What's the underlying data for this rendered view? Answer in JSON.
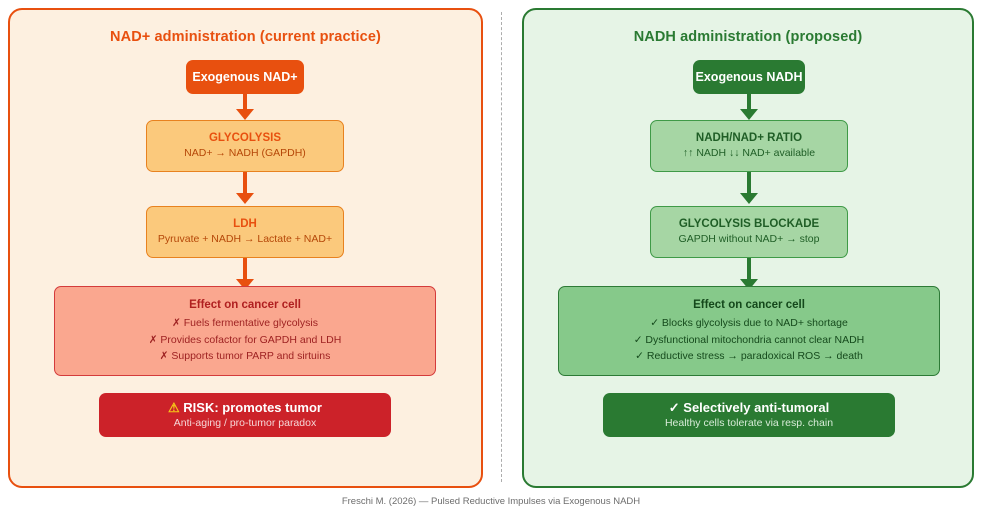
{
  "footer": {
    "caption": "Freschi M. (2026) — Pulsed Reductive Impulses via Exogenous NADH"
  },
  "colors": {
    "orange_accent": "#e8500f",
    "orange_panel_bg": "#fdf0e0",
    "orange_box_bg": "#fbc97c",
    "salmon_box_bg": "#faa78f",
    "red_banner": "#cc2229",
    "green_accent": "#2a7a32",
    "green_panel_bg": "#e6f4e6",
    "green_box_bg": "#a6d6a4",
    "green_effect_bg": "#86c98a",
    "warning_yellow": "#f5c518",
    "footer_text": "#6d6d6d"
  },
  "left_panel": {
    "title": "NAD+ administration (current practice)",
    "head": {
      "label": "Exogenous NAD+"
    },
    "step1": {
      "title": "GLYCOLYSIS",
      "subtitle": "NAD+ → NADH (GAPDH)"
    },
    "step2": {
      "title": "LDH",
      "subtitle": "Pyruvate + NADH → Lactate + NAD+"
    },
    "effect": {
      "title": "Effect on cancer cell",
      "bullets": [
        "✗ Fuels fermentative glycolysis",
        "✗ Provides cofactor for GAPDH and LDH",
        "✗ Supports tumor PARP and sirtuins"
      ]
    },
    "banner": {
      "icon": "⚠",
      "title": "RISK: promotes tumor",
      "subtitle": "Anti-aging / pro-tumor paradox"
    }
  },
  "right_panel": {
    "title": "NADH administration (proposed)",
    "head": {
      "label": "Exogenous NADH"
    },
    "step1": {
      "title": "NADH/NAD+ RATIO",
      "subtitle": "↑↑ NADH ↓↓ NAD+ available"
    },
    "step2": {
      "title": "GLYCOLYSIS BLOCKADE",
      "subtitle": "GAPDH without NAD+ → stop"
    },
    "effect": {
      "title": "Effect on cancer cell",
      "bullets": [
        "✓ Blocks glycolysis due to NAD+ shortage",
        "✓ Dysfunctional mitochondria cannot clear NADH",
        "✓ Reductive stress → paradoxical ROS → death"
      ]
    },
    "banner": {
      "title": "✓ Selectively anti-tumoral",
      "subtitle": "Healthy cells tolerate via resp. chain"
    }
  }
}
